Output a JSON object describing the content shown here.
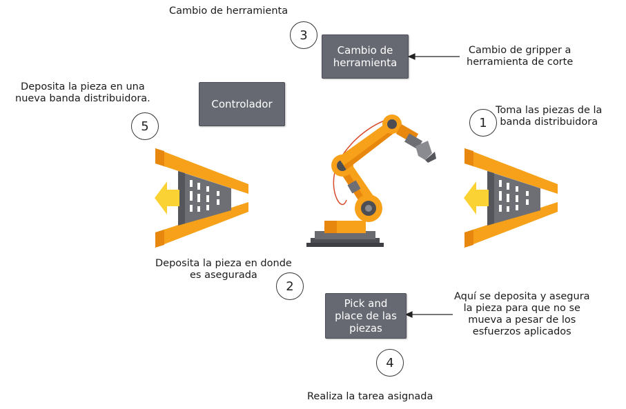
{
  "steps": {
    "s1": {
      "number": "1",
      "label": "Toma las piezas de la\nbanda distribuidora"
    },
    "s2": {
      "number": "2",
      "label": "Deposita la pieza en donde\nes asegurada"
    },
    "s3": {
      "number": "3",
      "label": "Cambio de herramienta"
    },
    "s4": {
      "number": "4",
      "label": "Realiza la tarea asignada"
    },
    "s5": {
      "number": "5",
      "label": "Deposita la pieza en una\nnueva banda distribuidora."
    }
  },
  "boxes": {
    "tool_change": "Cambio de\nherramienta",
    "controller": "Controlador",
    "pick_place": "Pick and\nplace de las\npiezas"
  },
  "notes": {
    "gripper": "Cambio de gripper a\nherramienta de corte",
    "fixture": "Aquí se deposita y asegura\nla pieza para que no se\nmueva a pesar de los\nesfuerzos aplicados"
  },
  "colors": {
    "orange": "#f7a11a",
    "orange_dark": "#e8870d",
    "yellow_arrow": "#fbd234",
    "gray_box": "#666972",
    "conveyor_gray": "#6e6f75"
  },
  "icons": [
    "robot-arm-icon",
    "conveyor-left-icon",
    "conveyor-right-icon"
  ]
}
